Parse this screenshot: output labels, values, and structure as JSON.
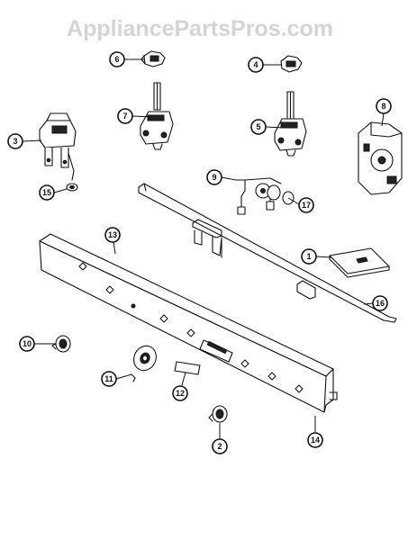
{
  "watermark": "AppliancePartsPros.com",
  "callouts": [
    "1",
    "2",
    "3",
    "4",
    "5",
    "6",
    "7",
    "8",
    "9",
    "10",
    "11",
    "12",
    "13",
    "14",
    "15",
    "16",
    "17"
  ]
}
